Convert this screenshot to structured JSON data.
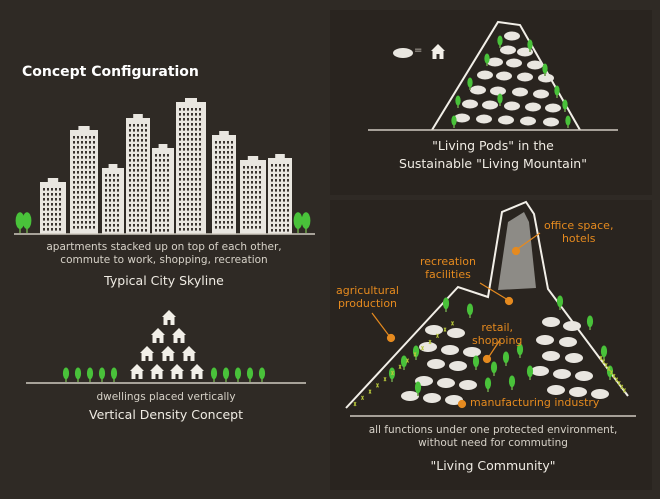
{
  "title": "Concept Configuration",
  "skyline": {
    "caption_line1": "apartments stacked up on top of each other,",
    "caption_line2": "commute to work, shopping, recreation",
    "label": "Typical City Skyline"
  },
  "density": {
    "caption": "dwellings placed vertically",
    "label": "Vertical Density Concept"
  },
  "pods": {
    "label_line1": "\"Living Pods\" in the",
    "label_line2": "Sustainable \"Living Mountain\"",
    "equals_sign": "="
  },
  "community": {
    "callouts": {
      "office_line1": "office space,",
      "office_line2": "hotels",
      "recreation_line1": "recreation",
      "recreation_line2": "facilities",
      "agricultural_line1": "agricultural",
      "agricultural_line2": "production",
      "retail_line1": "retail,",
      "retail_line2": "shopping",
      "manufacturing": "manufacturing industry"
    },
    "caption_line1": "all functions under one protected environment,",
    "caption_line2": "without need for commuting",
    "label": "\"Living Community\""
  },
  "colors": {
    "background": "#2f2a25",
    "panel": "#262220",
    "tree_green": "#49c23a",
    "callout_orange": "#e58a1f",
    "office_block_grey": "#8d8b86"
  },
  "icons": [
    "building-icon",
    "house-icon",
    "tree-icon",
    "pod-icon",
    "mountain-icon"
  ]
}
